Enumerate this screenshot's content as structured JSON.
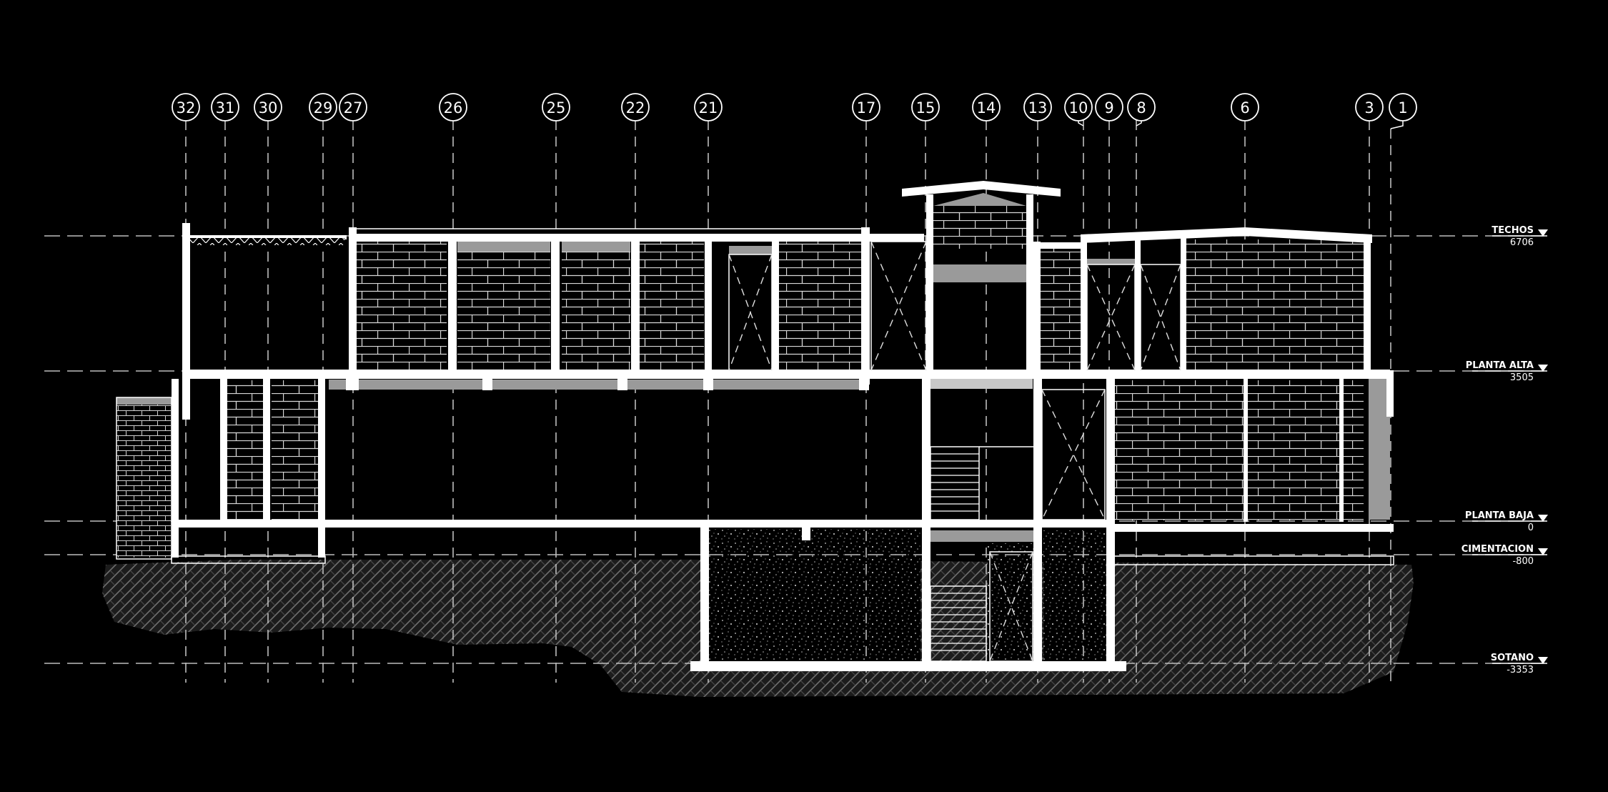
{
  "axes": [
    "32",
    "31",
    "30",
    "29",
    "27",
    "26",
    "25",
    "22",
    "21",
    "17",
    "15",
    "14",
    "13",
    "10",
    "9",
    "8",
    "6",
    "3",
    "1"
  ],
  "levels": [
    {
      "name": "TECHOS",
      "value": "6706"
    },
    {
      "name": "PLANTA ALTA",
      "value": "3505"
    },
    {
      "name": "PLANTA BAJA",
      "value": "0"
    },
    {
      "name": "CIMENTACION",
      "value": "-800"
    },
    {
      "name": "SOTANO",
      "value": "-3353"
    }
  ],
  "colors": {
    "background": "#000000",
    "linework": "#ffffff",
    "hatch": "#8a8a8a",
    "fill_grey": "#9a9a9a"
  }
}
